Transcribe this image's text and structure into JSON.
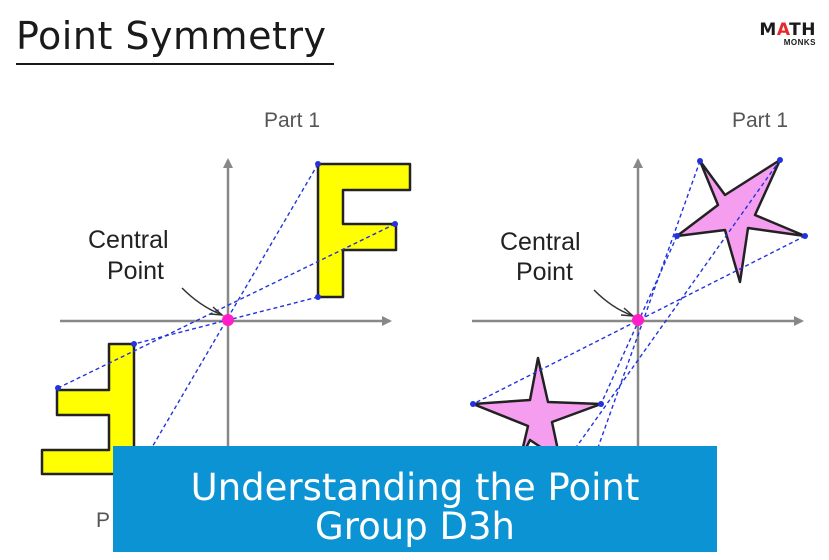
{
  "header": {
    "title": "Point Symmetry",
    "logo_top_a": "M",
    "logo_top_b": "A",
    "logo_top_c": "TH",
    "logo_bottom": "MONKS"
  },
  "left_panel": {
    "part_label_top": "Part 1",
    "part_label_bottom": "P",
    "central_label_line1": "Central",
    "central_label_line2": "Point"
  },
  "right_panel": {
    "part_label_top": "Part 1",
    "central_label_line1": "Central",
    "central_label_line2": "Point"
  },
  "banner": {
    "text": "Understanding the Point Group D3h"
  },
  "colors": {
    "shape_fill": "#ffff00",
    "star_fill": "#f59ef0",
    "center_point": "#ff1ec8",
    "guide_line": "#2233dd",
    "banner_bg": "#0c93d4"
  }
}
